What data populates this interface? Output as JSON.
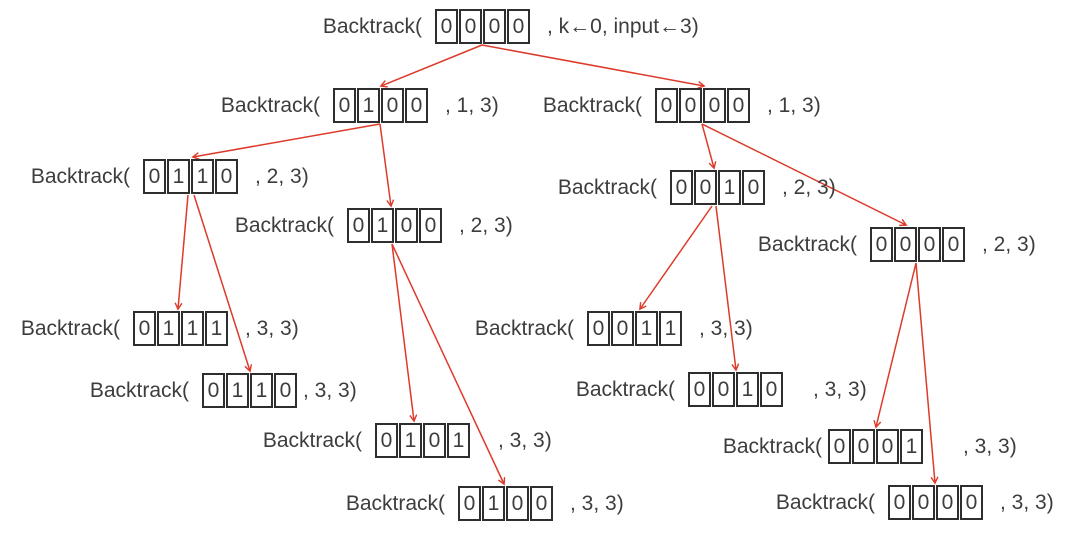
{
  "colors": {
    "edge": "#dd3b2a",
    "text": "#3d3d3d",
    "box_border": "#2e2e2e"
  },
  "nodes": [
    {
      "id": "root",
      "prefix": "Backtrack(",
      "cells": [
        "0",
        "0",
        "0",
        "0"
      ],
      "suffix": ", k←0, input←3)"
    },
    {
      "id": "n0100k1",
      "prefix": "Backtrack(",
      "cells": [
        "0",
        "1",
        "0",
        "0"
      ],
      "suffix": ", 1, 3)"
    },
    {
      "id": "n0000k1",
      "prefix": "Backtrack(",
      "cells": [
        "0",
        "0",
        "0",
        "0"
      ],
      "suffix": ", 1, 3)"
    },
    {
      "id": "n0110k2",
      "prefix": "Backtrack(",
      "cells": [
        "0",
        "1",
        "1",
        "0"
      ],
      "suffix": ", 2, 3)"
    },
    {
      "id": "n0100k2",
      "prefix": "Backtrack(",
      "cells": [
        "0",
        "1",
        "0",
        "0"
      ],
      "suffix": ", 2, 3)"
    },
    {
      "id": "n0010k2",
      "prefix": "Backtrack(",
      "cells": [
        "0",
        "0",
        "1",
        "0"
      ],
      "suffix": ", 2, 3)"
    },
    {
      "id": "n0000k2",
      "prefix": "Backtrack(",
      "cells": [
        "0",
        "0",
        "0",
        "0"
      ],
      "suffix": ", 2, 3)"
    },
    {
      "id": "n0111k3",
      "prefix": "Backtrack(",
      "cells": [
        "0",
        "1",
        "1",
        "1"
      ],
      "suffix": ", 3, 3)"
    },
    {
      "id": "n0110k3",
      "prefix": "Backtrack(",
      "cells": [
        "0",
        "1",
        "1",
        "0"
      ],
      "suffix": ", 3, 3)"
    },
    {
      "id": "n0101k3",
      "prefix": "Backtrack(",
      "cells": [
        "0",
        "1",
        "0",
        "1"
      ],
      "suffix": ", 3, 3)"
    },
    {
      "id": "n0100k3",
      "prefix": "Backtrack(",
      "cells": [
        "0",
        "1",
        "0",
        "0"
      ],
      "suffix": ", 3, 3)"
    },
    {
      "id": "n0011k3",
      "prefix": "Backtrack(",
      "cells": [
        "0",
        "0",
        "1",
        "1"
      ],
      "suffix": ", 3, 3)"
    },
    {
      "id": "n0010k3",
      "prefix": "Backtrack(",
      "cells": [
        "0",
        "0",
        "1",
        "0"
      ],
      "suffix": ", 3, 3)"
    },
    {
      "id": "n0001k3",
      "prefix": "Backtrack(",
      "cells": [
        "0",
        "0",
        "0",
        "1"
      ],
      "suffix": ", 3, 3)"
    },
    {
      "id": "n0000k3",
      "prefix": "Backtrack(",
      "cells": [
        "0",
        "0",
        "0",
        "0"
      ],
      "suffix": ", 3, 3)"
    }
  ],
  "edges": [
    {
      "from": "root",
      "to": "n0100k1",
      "points": [
        482,
        45,
        381,
        86
      ]
    },
    {
      "from": "root",
      "to": "n0000k1",
      "points": [
        482,
        45,
        704,
        86
      ]
    },
    {
      "from": "n0100k1",
      "to": "n0110k2",
      "points": [
        380,
        124,
        193,
        157
      ]
    },
    {
      "from": "n0100k1",
      "to": "n0100k2",
      "points": [
        380,
        124,
        391,
        206
      ]
    },
    {
      "from": "n0110k2",
      "to": "n0111k3",
      "points": [
        188,
        195,
        178,
        309
      ]
    },
    {
      "from": "n0110k2",
      "to": "n0110k3",
      "points": [
        194,
        195,
        250,
        371
      ]
    },
    {
      "from": "n0100k2",
      "to": "n0101k3",
      "points": [
        392,
        244,
        414,
        421
      ]
    },
    {
      "from": "n0100k2",
      "to": "n0100k3",
      "points": [
        392,
        244,
        504,
        484
      ]
    },
    {
      "from": "n0000k1",
      "to": "n0010k2",
      "points": [
        702,
        124,
        714,
        168
      ]
    },
    {
      "from": "n0000k1",
      "to": "n0000k2",
      "points": [
        702,
        124,
        906,
        225
      ]
    },
    {
      "from": "n0010k2",
      "to": "n0011k3",
      "points": [
        712,
        206,
        640,
        309
      ]
    },
    {
      "from": "n0010k2",
      "to": "n0010k3",
      "points": [
        716,
        206,
        736,
        370
      ]
    },
    {
      "from": "n0000k2",
      "to": "n0001k3",
      "points": [
        916,
        263,
        876,
        427
      ]
    },
    {
      "from": "n0000k2",
      "to": "n0000k3",
      "points": [
        916,
        263,
        935,
        483
      ]
    }
  ]
}
